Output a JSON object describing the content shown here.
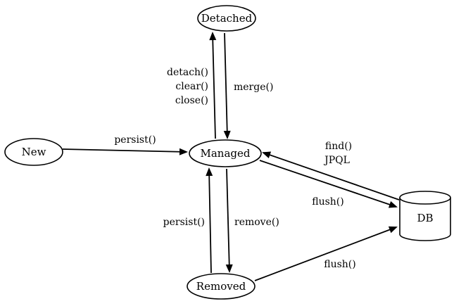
{
  "diagram": {
    "background_color": "#ffffff",
    "stroke_color": "#000000",
    "nodes": {
      "new": {
        "label": "New"
      },
      "detached": {
        "label": "Detached"
      },
      "managed": {
        "label": "Managed"
      },
      "removed": {
        "label": "Removed"
      },
      "db": {
        "label": "DB"
      }
    },
    "edges": {
      "managed_to_detached": {
        "labels": [
          "detach()",
          "clear()",
          "close()"
        ]
      },
      "detached_to_managed": {
        "label": "merge()"
      },
      "new_to_managed": {
        "label": "persist()"
      },
      "db_to_managed": {
        "labels": [
          "find()",
          "JPQL"
        ]
      },
      "managed_to_db": {
        "label": "flush()"
      },
      "removed_to_managed": {
        "label": "persist()"
      },
      "managed_to_removed": {
        "label": "remove()"
      },
      "removed_to_db": {
        "label": "flush()"
      }
    }
  }
}
